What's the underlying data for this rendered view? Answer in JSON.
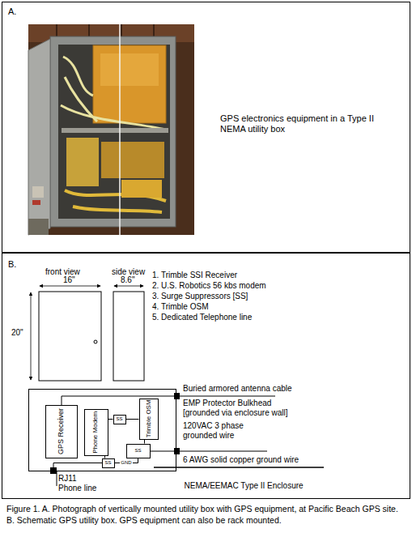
{
  "diagram": {
    "caption": "Figure 1. A. Photograph of vertically mounted utility box with GPS equipment, at Pacific Beach GPS site. B. Schematic GPS utility box. GPS equipment can also be rack mounted.",
    "nodes": [
      {
        "text": [
          "A.",
          "GPS electronics equipment in a Type II NEMA utility box"
        ]
      },
      {
        "text": [
          "B."
        ]
      },
      {
        "text": [
          "NEMA/EEMAC Type II Enclosure"
        ],
        "in": 1
      },
      {
        "text": [
          "GPS Receiver"
        ],
        "in": 2
      },
      {
        "text": [
          "Phone Modem"
        ],
        "in": 2
      },
      {
        "text": [
          "SS"
        ],
        "in": 2
      },
      {
        "text": [
          "Trimble OSM"
        ],
        "in": 2
      },
      {
        "text": [
          "SS"
        ],
        "in": 2
      },
      {
        "text": [
          "SS"
        ],
        "in": 2
      }
    ],
    "edges": [
      {
        "from": 4,
        "to": 5,
        "arrow": "none"
      },
      {
        "from": 5,
        "to": 6,
        "arrow": "none"
      },
      {
        "from": 7,
        "to": 8,
        "label": "GND",
        "arrow": "none"
      },
      {
        "from": 8,
        "to": 6,
        "arrow": "none"
      },
      {
        "from": 7,
        "to": 4,
        "arrow": "none"
      }
    ],
    "labels": [
      "front view",
      "side view",
      "16\"",
      "8.6\"",
      "20\"",
      "1. Trimble SSI Receiver",
      "2. U.S. Robotics 56 kbs modem",
      "3. Surge Suppressors [SS]",
      "4. Trimble OSM",
      "5. Dedicated Telephone line",
      "Buried armored antenna cable",
      "EMP Protector Bulkhead [grounded via enclosure wall]",
      "120VAC 3 phase grounded wire",
      "6 AWG solid copper ground wire",
      "RJ11 Phone line"
    ]
  }
}
